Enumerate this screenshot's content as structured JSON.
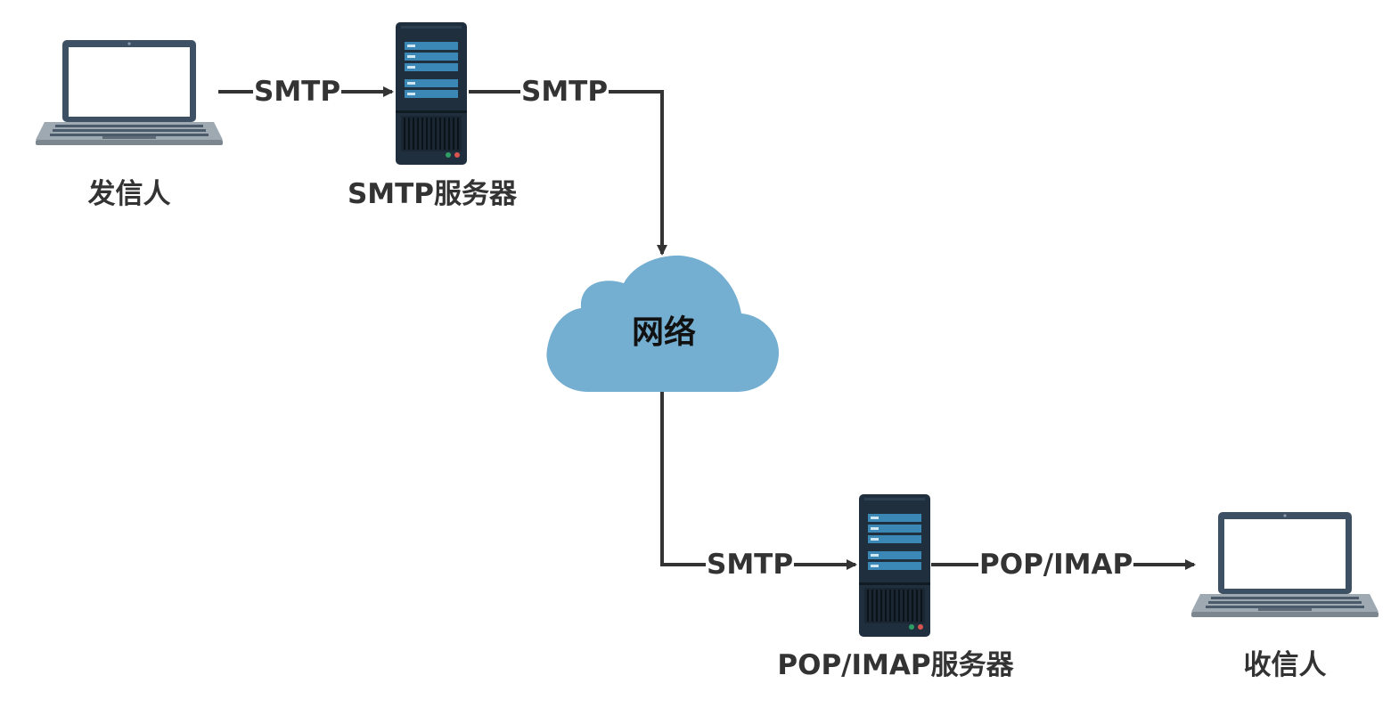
{
  "colors": {
    "line": "#333333",
    "laptop_frame": "#3e5063",
    "laptop_base": "#9ea9b2",
    "server_body": "#1f2f3d",
    "server_panel": "#3b88b6",
    "cloud": "#74aed0",
    "led_green": "#2f9e64",
    "led_red": "#d9534f"
  },
  "nodes": {
    "sender": {
      "label": "发信人",
      "icon": "laptop-icon"
    },
    "smtp_server": {
      "label": "SMTP服务器",
      "icon": "server-icon"
    },
    "network": {
      "label": "网络",
      "icon": "cloud-icon"
    },
    "pop_server": {
      "label": "POP/IMAP服务器",
      "icon": "server-icon"
    },
    "receiver": {
      "label": "收信人",
      "icon": "laptop-icon"
    }
  },
  "edges": [
    {
      "from": "sender",
      "to": "smtp_server",
      "label": "SMTP"
    },
    {
      "from": "smtp_server",
      "to": "network",
      "label": "SMTP"
    },
    {
      "from": "network",
      "to": "pop_server",
      "label": "SMTP"
    },
    {
      "from": "pop_server",
      "to": "receiver",
      "label": "POP/IMAP"
    }
  ]
}
